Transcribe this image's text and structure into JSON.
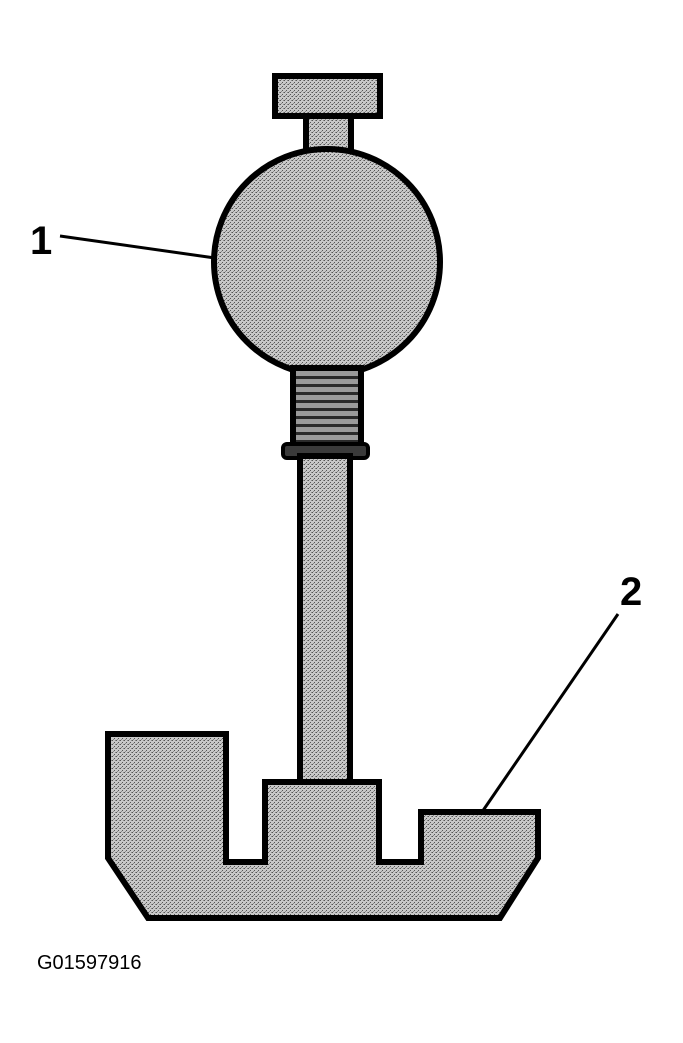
{
  "callouts": [
    {
      "label": "1"
    },
    {
      "label": "2"
    }
  ],
  "figure_code": "G01597916",
  "colors": {
    "outline": "#000000",
    "fill": "#bdbdbd",
    "background": "#ffffff"
  }
}
